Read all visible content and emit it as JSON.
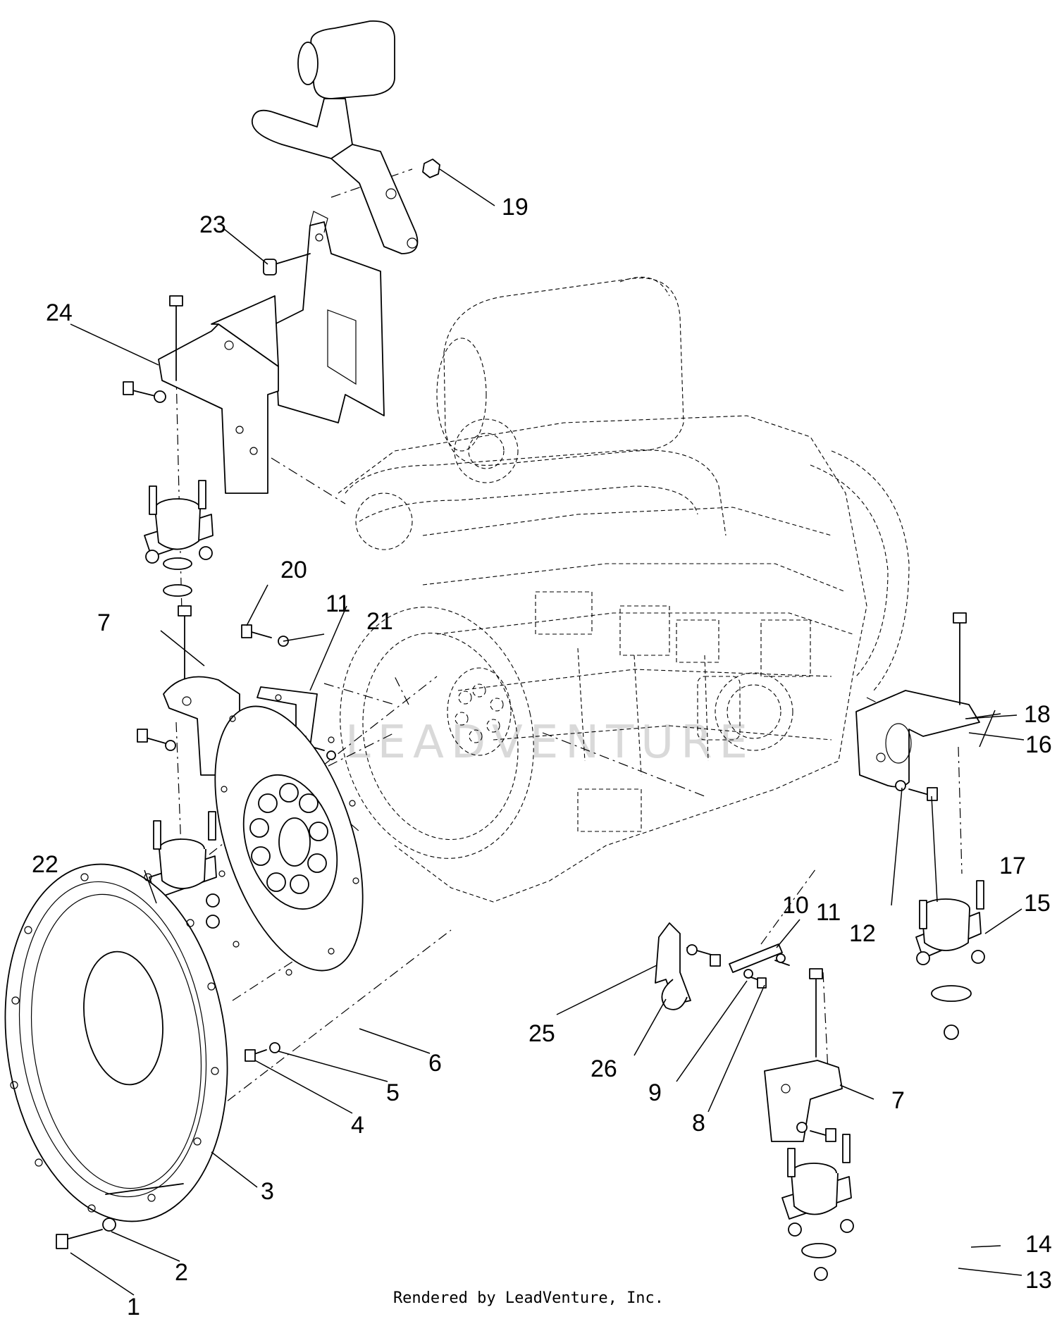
{
  "diagram": {
    "watermark": "LEADVENTURE",
    "credit": "Rendered by LeadVenture, Inc.",
    "callouts": [
      {
        "id": "c1",
        "label": "1"
      },
      {
        "id": "c2",
        "label": "2"
      },
      {
        "id": "c3",
        "label": "3"
      },
      {
        "id": "c4",
        "label": "4"
      },
      {
        "id": "c5",
        "label": "5"
      },
      {
        "id": "c6",
        "label": "6"
      },
      {
        "id": "c7a",
        "label": "7"
      },
      {
        "id": "c7b",
        "label": "7"
      },
      {
        "id": "c8",
        "label": "8"
      },
      {
        "id": "c9",
        "label": "9"
      },
      {
        "id": "c10",
        "label": "10"
      },
      {
        "id": "c11a",
        "label": "11"
      },
      {
        "id": "c11b",
        "label": "11"
      },
      {
        "id": "c12",
        "label": "12"
      },
      {
        "id": "c13",
        "label": "13"
      },
      {
        "id": "c14",
        "label": "14"
      },
      {
        "id": "c15",
        "label": "15"
      },
      {
        "id": "c16",
        "label": "16"
      },
      {
        "id": "c17",
        "label": "17"
      },
      {
        "id": "c18",
        "label": "18"
      },
      {
        "id": "c19",
        "label": "19"
      },
      {
        "id": "c20",
        "label": "20"
      },
      {
        "id": "c21",
        "label": "21"
      },
      {
        "id": "c22",
        "label": "22"
      },
      {
        "id": "c23",
        "label": "23"
      },
      {
        "id": "c24",
        "label": "24"
      },
      {
        "id": "c25",
        "label": "25"
      },
      {
        "id": "c26",
        "label": "26"
      }
    ]
  }
}
